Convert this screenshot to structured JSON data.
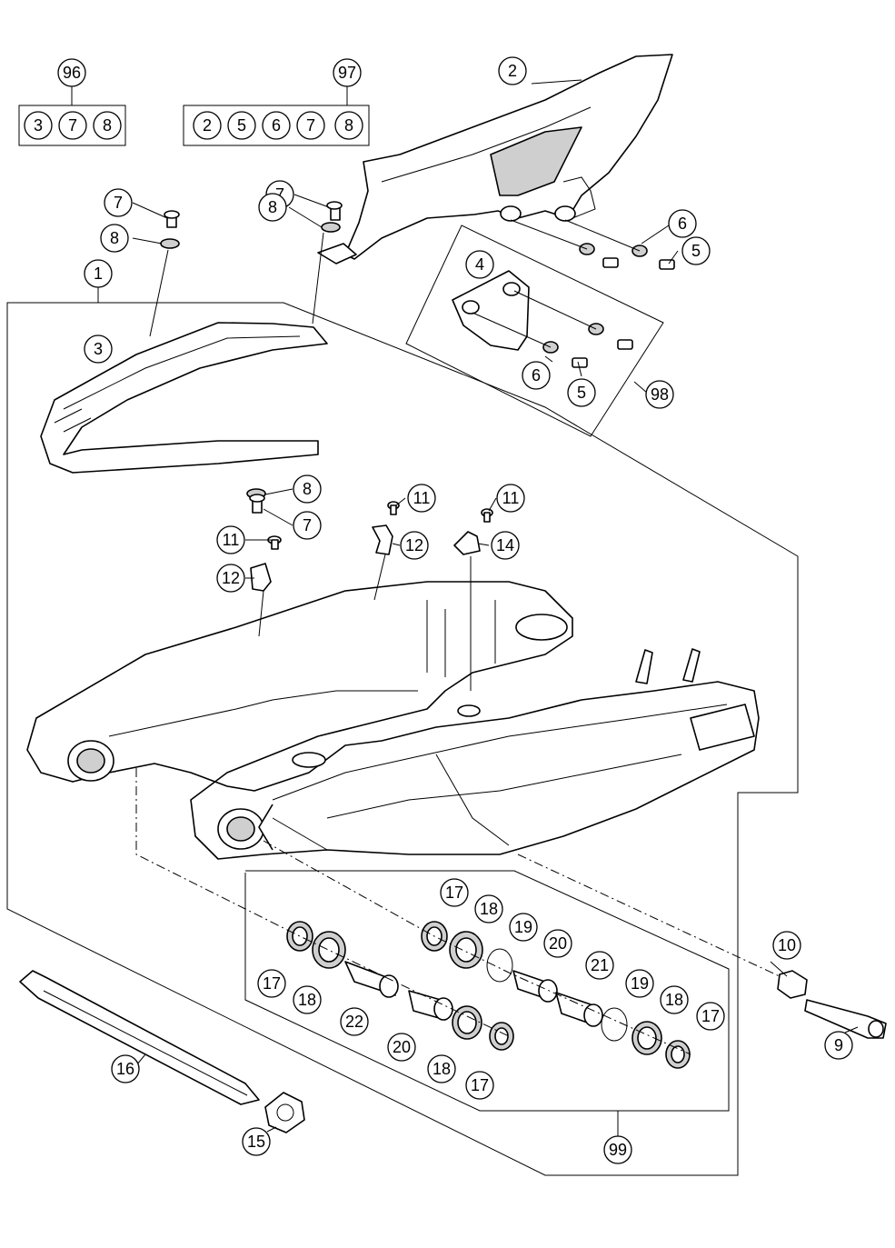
{
  "kits": [
    {
      "number": "96",
      "contents": [
        "3",
        "7",
        "8"
      ]
    },
    {
      "number": "97",
      "contents": [
        "2",
        "5",
        "6",
        "7",
        "8"
      ]
    }
  ],
  "callouts": {
    "c1": "1",
    "c2": "2",
    "c3": "3",
    "c4": "4",
    "c5a": "5",
    "c5b": "5",
    "c6a": "6",
    "c6b": "6",
    "c7a": "7",
    "c7b": "7",
    "c7c": "7",
    "c8a": "8",
    "c8b": "8",
    "c8c": "8",
    "c9": "9",
    "c10": "10",
    "c11a": "11",
    "c11b": "11",
    "c11c": "11",
    "c12a": "12",
    "c12b": "12",
    "c14": "14",
    "c15": "15",
    "c16": "16",
    "c17a": "17",
    "c17b": "17",
    "c17c": "17",
    "c17d": "17",
    "c18a": "18",
    "c18b": "18",
    "c18c": "18",
    "c18d": "18",
    "c19a": "19",
    "c19b": "19",
    "c20a": "20",
    "c20b": "20",
    "c21": "21",
    "c22": "22",
    "c98": "98",
    "c99": "99"
  }
}
